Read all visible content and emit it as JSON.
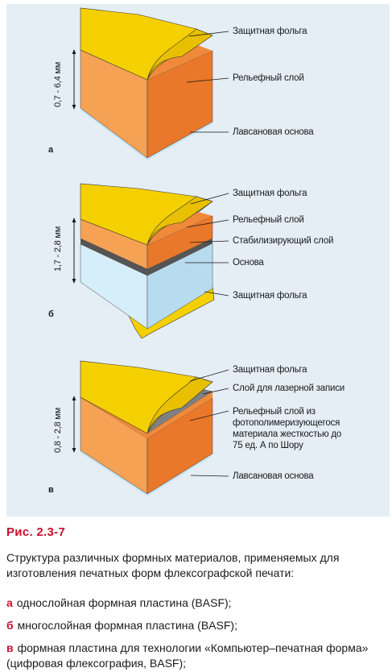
{
  "panel": {
    "diagram_a": {
      "letter": "а",
      "thickness": "0,7 - 6,4 мм",
      "labels": [
        "Защитная фольга",
        "Рельефный слой",
        "Лавсановая основа"
      ]
    },
    "diagram_b": {
      "letter": "б",
      "thickness": "1,7 - 2,8 мм",
      "labels": [
        "Защитная фольга",
        "Рельефный слой",
        "Стабилизирующий слой",
        "Основа",
        "Защитная фольга"
      ]
    },
    "diagram_c": {
      "letter": "в",
      "thickness": "0,8 - 2,8 мм",
      "labels": [
        "Защитная фольга",
        "Слой для лазерной записи",
        "Рельефный слой из фотополимеризующегося материала жесткостью до 75 ед. А по Шору",
        "Лавсановая основа"
      ]
    }
  },
  "figure": {
    "title": "Рис. 2.3-7",
    "caption": "Структура различных формных материалов, применяемых для изготовления печатных форм флексографской печати:",
    "items": [
      {
        "marker": "а",
        "text": "однослойная формная пластина (BASF);"
      },
      {
        "marker": "б",
        "text": "многослойная формная пластина (BASF);"
      },
      {
        "marker": "в",
        "text": "формная пластина для технологии «Компьютер–печатная форма» (цифровая флексография, BASF);"
      }
    ]
  },
  "colors": {
    "foil": "#f5d000",
    "relief": "#f08a3a",
    "base": "#c9e6f5",
    "panel": "#e5edf5",
    "accent": "#c8102e"
  }
}
